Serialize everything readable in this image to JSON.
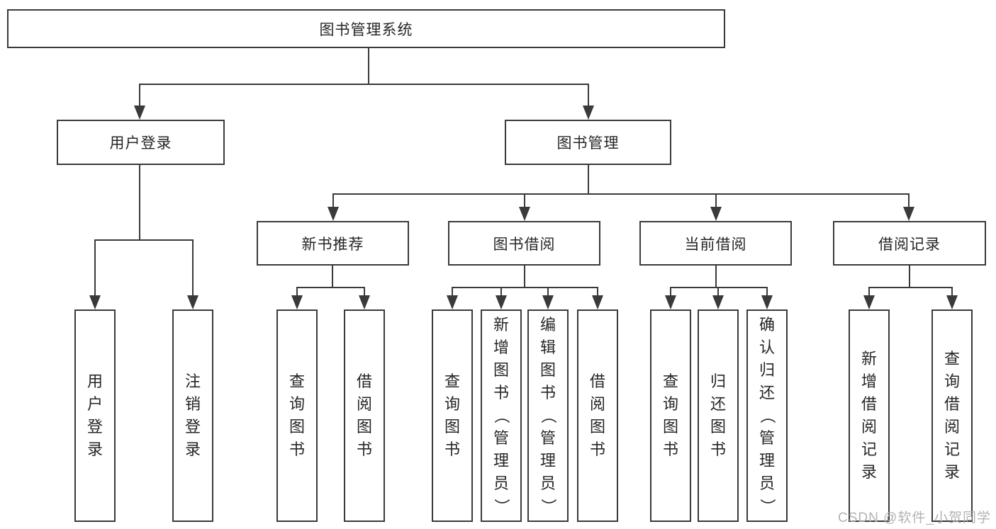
{
  "nodes": {
    "root": "图书管理系统",
    "user_login": "用户登录",
    "book_mgmt": "图书管理",
    "new_book_rec": "新书推荐",
    "book_borrow": "图书借阅",
    "current_borrow": "当前借阅",
    "borrow_record": "借阅记录",
    "user_login_children": [
      "用户登录",
      "注销登录"
    ],
    "new_book_children": [
      "查询图书",
      "借阅图书"
    ],
    "book_borrow_children": [
      "查询图书",
      "新增图书（管理员）",
      "编辑图书（管理员）",
      "借阅图书"
    ],
    "current_borrow_children": [
      "查询图书",
      "归还图书",
      "确认归还（管理员）"
    ],
    "borrow_record_children": [
      "新增借阅记录",
      "查询借阅记录"
    ]
  },
  "watermark": "CSDN @软件_小贺同学",
  "colors": {
    "line": "#3a3a3a",
    "text": "#262626",
    "watermark": "#b3b3b3",
    "background": "#ffffff"
  }
}
